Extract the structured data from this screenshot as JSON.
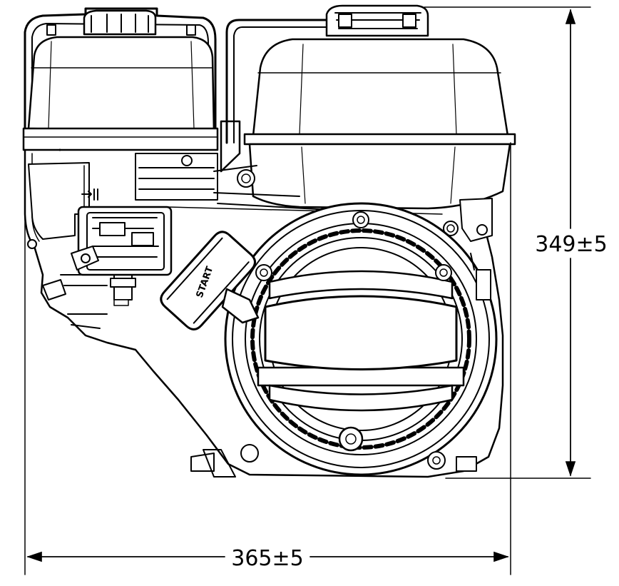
{
  "dimensions": {
    "height_label": "349±5",
    "width_label": "365±5"
  },
  "starter_label": "START",
  "colors": {
    "ink": "#000000",
    "background": "#ffffff"
  }
}
